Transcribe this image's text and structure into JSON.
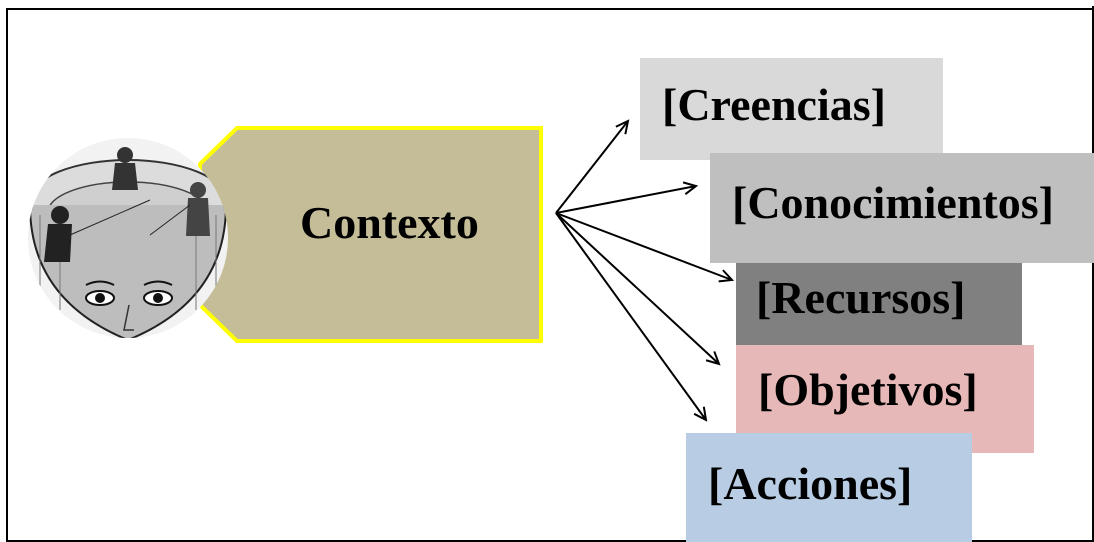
{
  "center": {
    "label": "Contexto",
    "fill": "#c4bd97",
    "border": "#ffff00"
  },
  "items": [
    {
      "id": "creencias",
      "label": "[Creencias]",
      "color": "#d9d9d9"
    },
    {
      "id": "conocimientos",
      "label": "[Conocimientos]",
      "color": "#bfbfbf"
    },
    {
      "id": "recursos",
      "label": "[Recursos]",
      "color": "#808080"
    },
    {
      "id": "objetivos",
      "label": "[Objetivos]",
      "color": "#e6b8b7"
    },
    {
      "id": "acciones",
      "label": "[Acciones]",
      "color": "#b8cce4"
    }
  ]
}
